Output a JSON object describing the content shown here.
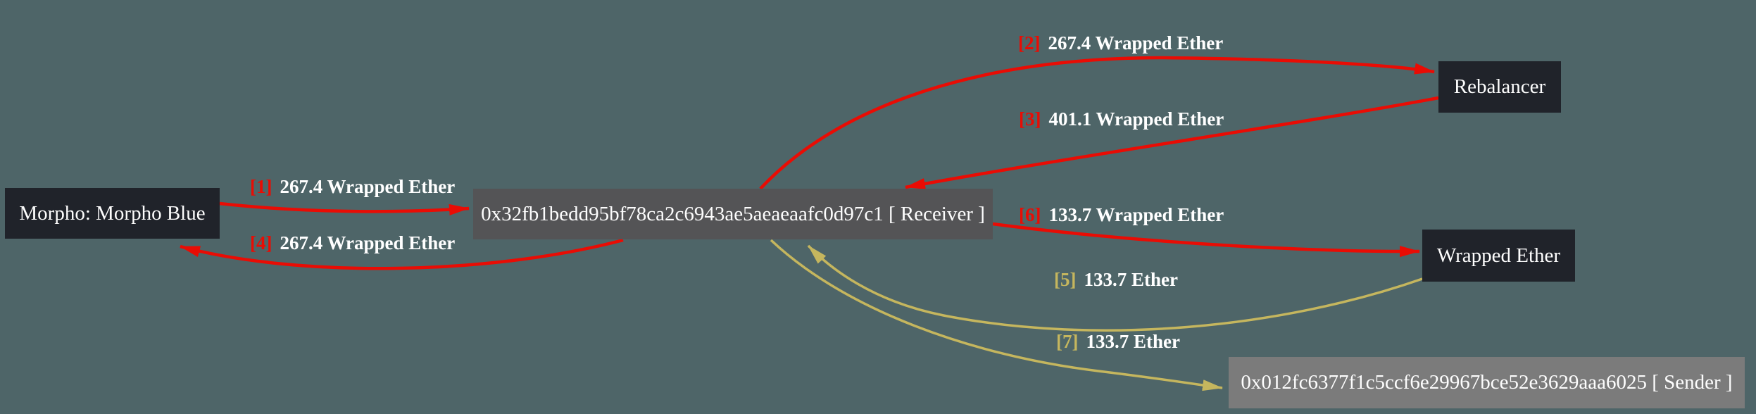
{
  "background_color": "#4e6568",
  "colors": {
    "red_edge": "#e90c04",
    "yellow_edge": "#c5b65e",
    "dark_node_bg": "#20232a",
    "receiver_node_bg": "#545456",
    "sender_node_bg": "#7b7b7b",
    "node_text": "#ffffff"
  },
  "nodes": {
    "morpho": {
      "label": "Morpho: Morpho Blue"
    },
    "receiver": {
      "label": "0x32fb1bedd95bf78ca2c6943ae5aeaeaafc0d97c1 [ Receiver ]"
    },
    "rebalancer": {
      "label": "Rebalancer"
    },
    "wrapped_ether": {
      "label": "Wrapped Ether"
    },
    "sender": {
      "label": "0x012fc6377f1c5ccf6e29967bce52e3629aaa6025 [ Sender ]"
    }
  },
  "edges": [
    {
      "tag": "[1]",
      "label": "267.4 Wrapped Ether",
      "color": "red",
      "from": "morpho",
      "to": "receiver"
    },
    {
      "tag": "[2]",
      "label": "267.4 Wrapped Ether",
      "color": "red",
      "from": "receiver",
      "to": "rebalancer"
    },
    {
      "tag": "[3]",
      "label": "401.1 Wrapped Ether",
      "color": "red",
      "from": "rebalancer",
      "to": "receiver"
    },
    {
      "tag": "[4]",
      "label": "267.4 Wrapped Ether",
      "color": "red",
      "from": "receiver",
      "to": "morpho"
    },
    {
      "tag": "[5]",
      "label": "133.7 Ether",
      "color": "yellow",
      "from": "wrapped_ether",
      "to": "receiver"
    },
    {
      "tag": "[6]",
      "label": "133.7 Wrapped Ether",
      "color": "red",
      "from": "receiver",
      "to": "wrapped_ether"
    },
    {
      "tag": "[7]",
      "label": "133.7 Ether",
      "color": "yellow",
      "from": "receiver",
      "to": "sender"
    }
  ]
}
